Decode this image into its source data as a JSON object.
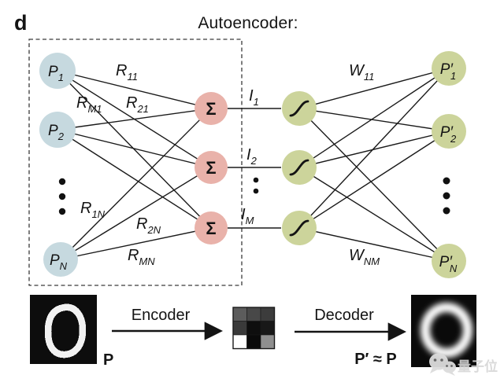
{
  "figure_label": "d",
  "title": "Autoencoder:",
  "colors": {
    "input_node": "#c6d9df",
    "sum_node": "#e9b2aa",
    "activation_node": "#ccd49b",
    "output_node": "#ccd49b",
    "line": "#1a1a1a"
  },
  "encoder": {
    "input_nodes": [
      {
        "base": "P",
        "sub": "1"
      },
      {
        "base": "P",
        "sub": "2"
      },
      {
        "base": "P",
        "sub": "N"
      }
    ],
    "weight_labels": [
      {
        "base": "R",
        "sub": "11"
      },
      {
        "base": "R",
        "sub": "M1"
      },
      {
        "base": "R",
        "sub": "21"
      },
      {
        "base": "R",
        "sub": "1N"
      },
      {
        "base": "R",
        "sub": "2N"
      },
      {
        "base": "R",
        "sub": "MN"
      }
    ],
    "sum_symbol": "Σ"
  },
  "latent": {
    "labels": [
      {
        "base": "I",
        "sub": "1"
      },
      {
        "base": "I",
        "sub": "2"
      },
      {
        "base": "I",
        "sub": "M"
      }
    ]
  },
  "decoder": {
    "weight_labels": [
      {
        "base": "W",
        "sub": "11"
      },
      {
        "base": "W",
        "sub": "NM"
      }
    ],
    "output_nodes": [
      {
        "base": "P′",
        "sub": "1"
      },
      {
        "base": "P′",
        "sub": "2"
      },
      {
        "base": "P′",
        "sub": "N"
      }
    ]
  },
  "bottom": {
    "input_label": "P",
    "encoder_label": "Encoder",
    "decoder_label": "Decoder",
    "output_label": "P′ ≈ P",
    "latent_grid": [
      "#5c5c5c",
      "#484848",
      "#3c3c3c",
      "#3a3a3a",
      "#0e0e0e",
      "#181818",
      "#ffffff",
      "#0a0a0a",
      "#8f8f8f"
    ]
  },
  "watermark": "量子位"
}
